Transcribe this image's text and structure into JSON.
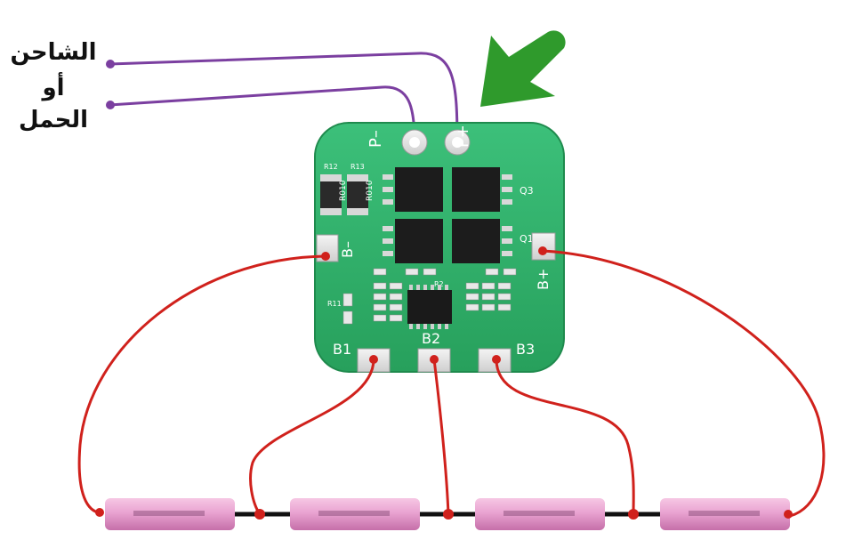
{
  "labels": {
    "charger": "الشاحن",
    "or": "أو",
    "load": "الحمل"
  },
  "pads": {
    "p_minus": "P–",
    "p_plus": "P+",
    "b_minus": "B–",
    "b_plus": "B+",
    "b1": "B1",
    "b2": "B2",
    "b3": "B3"
  },
  "components": {
    "r12": "R12",
    "r13": "R13",
    "resistor_code": "R010",
    "q3": "Q3",
    "q1": "Q1",
    "r11": "R11",
    "r2": "R2"
  },
  "colors": {
    "board": "#2fb36a",
    "board_dark": "#239152",
    "wire_signal": "#7b3fa0",
    "wire_power": "#d0211c",
    "arrow": "#2f9a2c",
    "cell": "#e8a0cf",
    "cell_dark": "#c873ad",
    "bus": "#111111"
  },
  "icons": {
    "arrow": "arrow-down-left-icon"
  }
}
